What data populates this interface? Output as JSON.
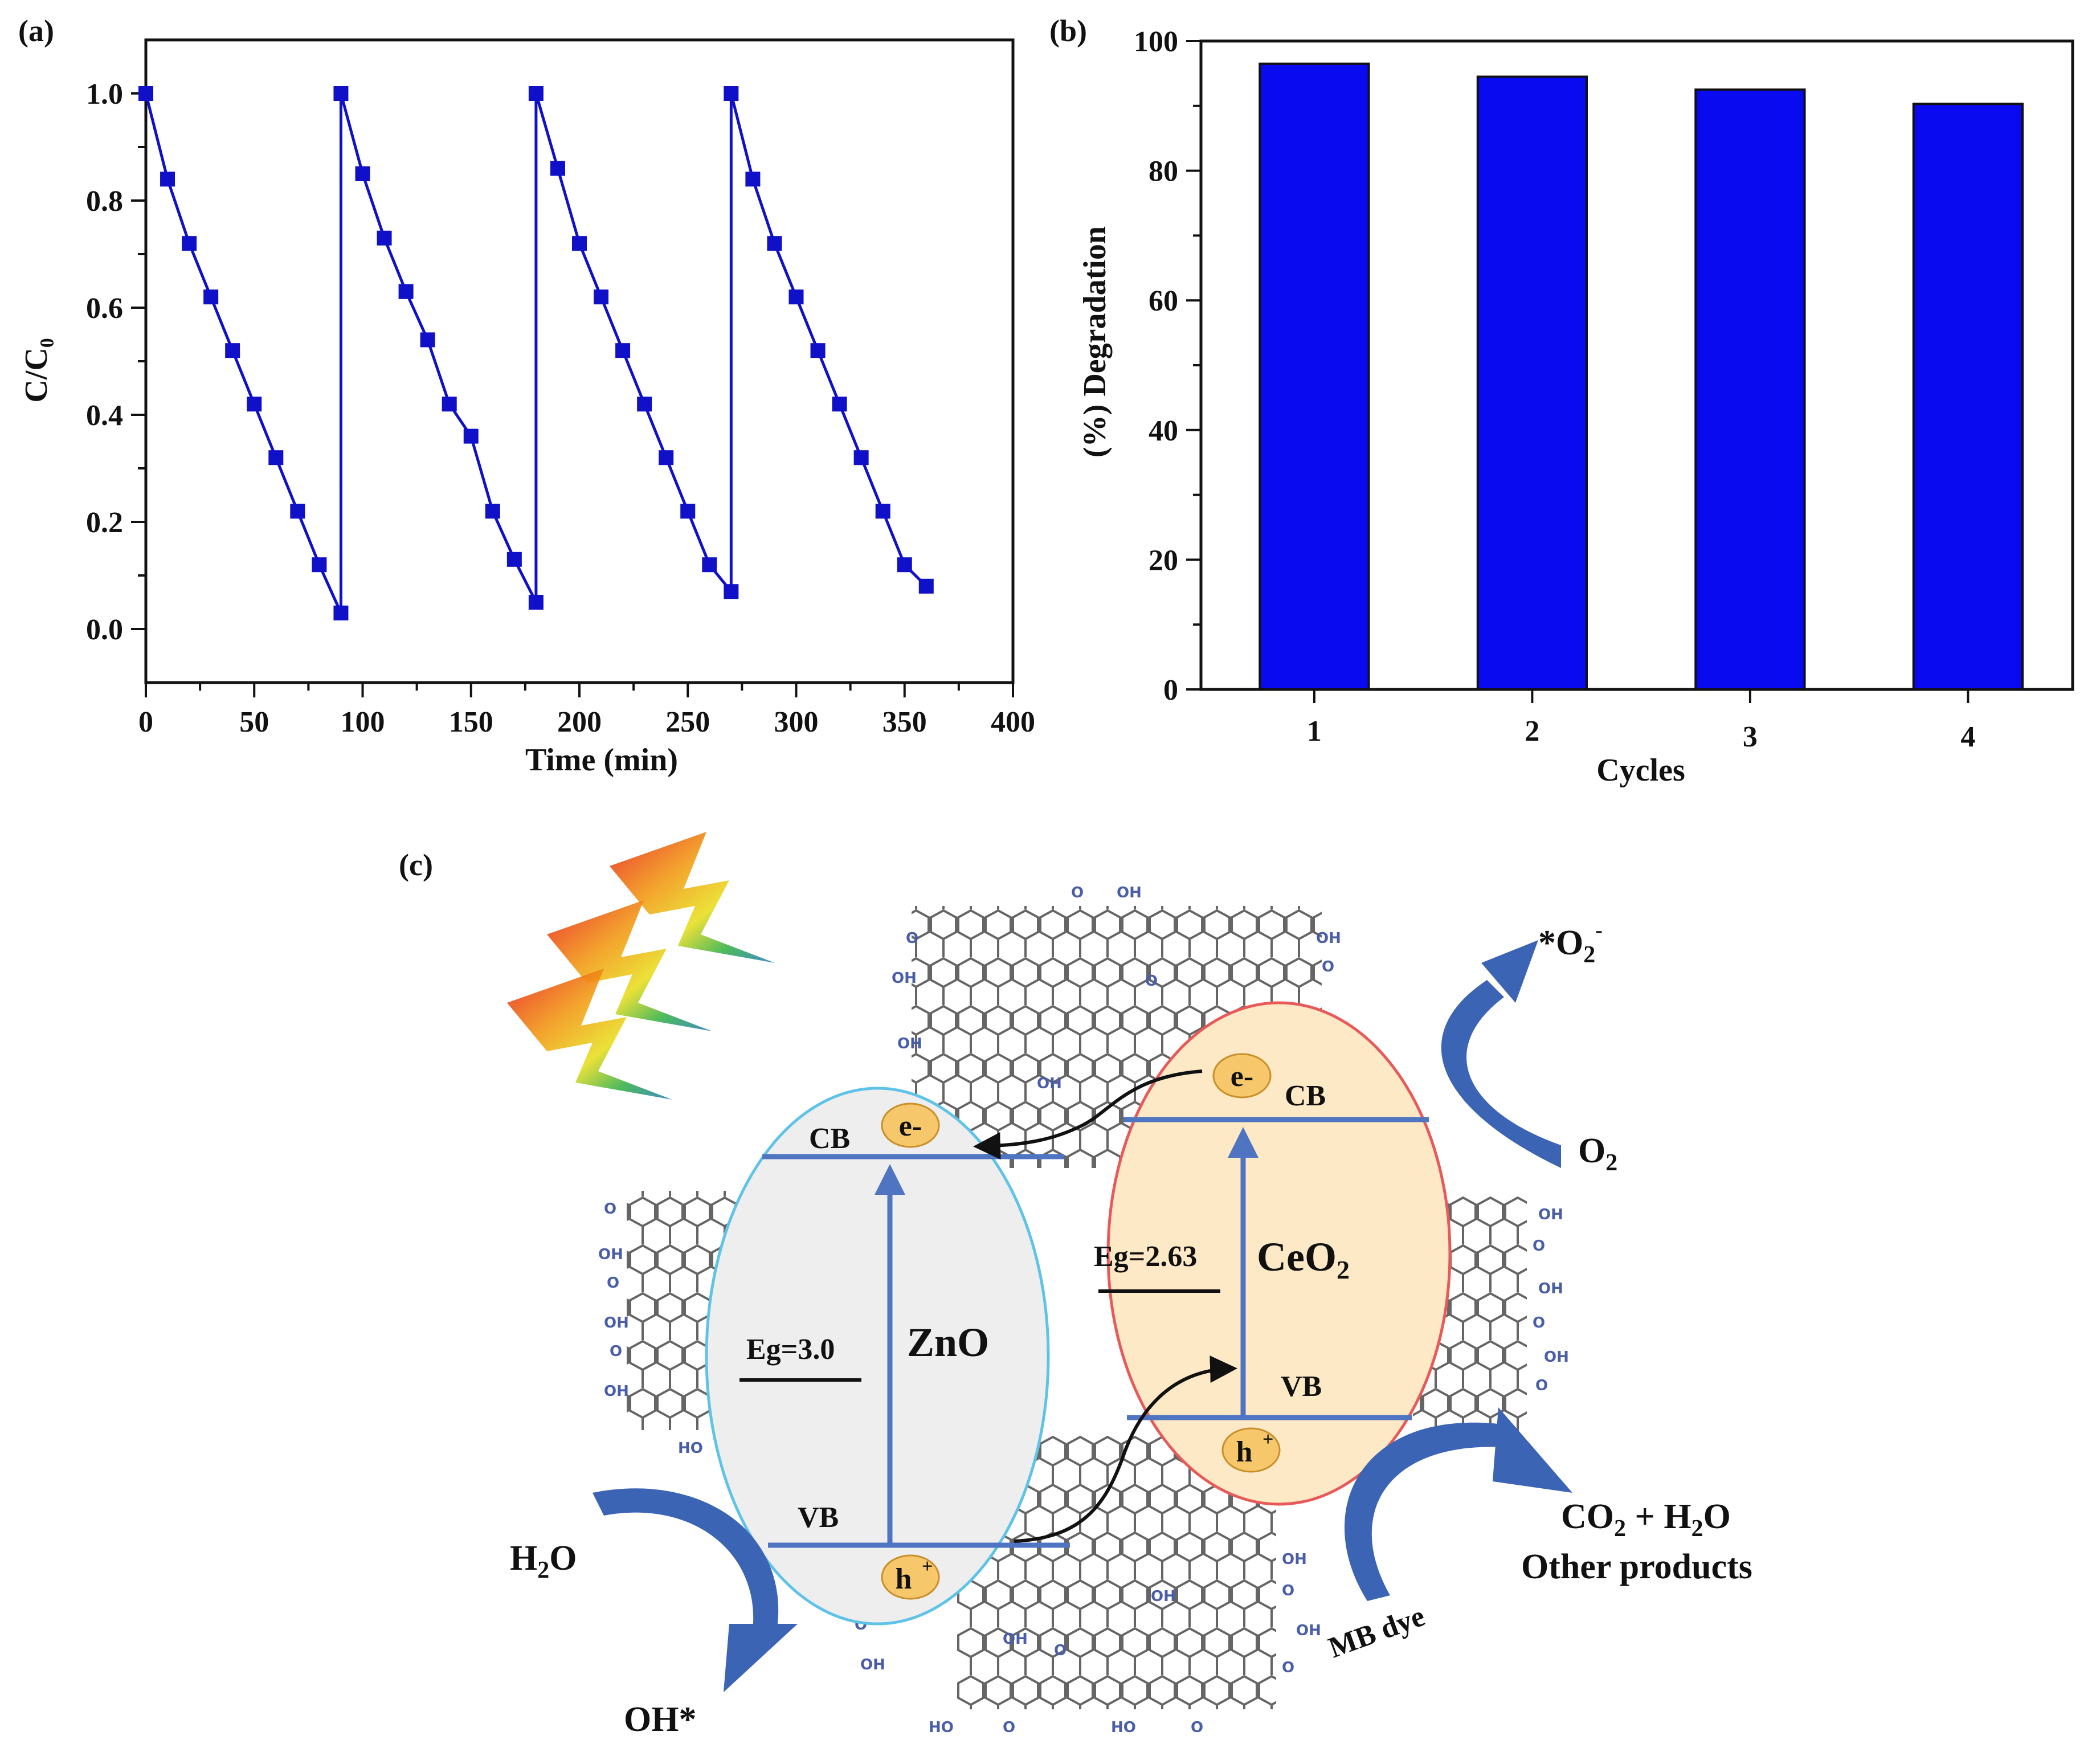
{
  "chart_data": [
    {
      "type": "line",
      "panel": "(a)",
      "xlabel": "Time (min)",
      "ylabel": "C/C₀",
      "xlim": [
        0,
        400
      ],
      "ylim": [
        -0.1,
        1.1
      ],
      "xticks": [
        0,
        50,
        100,
        150,
        200,
        250,
        300,
        350,
        400
      ],
      "yticks": [
        0.0,
        0.2,
        0.4,
        0.6,
        0.8,
        1.0
      ],
      "ytick_labels": [
        "0.0",
        "0.2",
        "0.4",
        "0.6",
        "0.8",
        "1.0"
      ],
      "grid": false,
      "color": "#1010c8",
      "points": [
        [
          0,
          1.0
        ],
        [
          10,
          0.84
        ],
        [
          20,
          0.72
        ],
        [
          30,
          0.62
        ],
        [
          40,
          0.52
        ],
        [
          50,
          0.42
        ],
        [
          60,
          0.32
        ],
        [
          70,
          0.22
        ],
        [
          80,
          0.12
        ],
        [
          90,
          0.03
        ],
        [
          90,
          1.0
        ],
        [
          100,
          0.85
        ],
        [
          110,
          0.73
        ],
        [
          120,
          0.63
        ],
        [
          130,
          0.54
        ],
        [
          140,
          0.42
        ],
        [
          150,
          0.36
        ],
        [
          160,
          0.22
        ],
        [
          170,
          0.13
        ],
        [
          180,
          0.05
        ],
        [
          180,
          1.0
        ],
        [
          190,
          0.86
        ],
        [
          200,
          0.72
        ],
        [
          210,
          0.62
        ],
        [
          220,
          0.52
        ],
        [
          230,
          0.42
        ],
        [
          240,
          0.32
        ],
        [
          250,
          0.22
        ],
        [
          260,
          0.12
        ],
        [
          270,
          0.07
        ],
        [
          270,
          1.0
        ],
        [
          280,
          0.84
        ],
        [
          290,
          0.72
        ],
        [
          300,
          0.62
        ],
        [
          310,
          0.52
        ],
        [
          320,
          0.42
        ],
        [
          330,
          0.32
        ],
        [
          340,
          0.22
        ],
        [
          350,
          0.12
        ],
        [
          360,
          0.08
        ]
      ]
    },
    {
      "type": "bar",
      "panel": "(b)",
      "xlabel": "Cycles",
      "ylabel": "(%) Degradation",
      "categories": [
        "1",
        "2",
        "3",
        "4"
      ],
      "values": [
        96.5,
        94.5,
        92.5,
        90.3
      ],
      "ylim": [
        0,
        100
      ],
      "yticks": [
        0,
        20,
        40,
        60,
        80,
        100
      ],
      "grid": false,
      "color": "#0a0af0"
    }
  ],
  "diagram": {
    "panel": "(c)",
    "zno": {
      "name": "ZnO",
      "eg": "Eg=3.0",
      "cb": "CB",
      "vb": "VB",
      "electron": "e-",
      "hole": "h",
      "hole_sup": "+"
    },
    "ceo2": {
      "name": "CeO",
      "name_sub": "2",
      "eg": "Eg=2.63",
      "cb": "CB",
      "vb": "VB",
      "electron": "e-",
      "hole": "h",
      "hole_sup": "+"
    },
    "o2_radical": {
      "prefix": "*O",
      "sub": "2",
      "sup": "-"
    },
    "o2": {
      "main": "O",
      "sub": "2"
    },
    "h2o": {
      "a": "H",
      "sub": "2",
      "b": "O"
    },
    "oh_radical": "OH*",
    "products_line1": {
      "a": "CO",
      "sub1": "2",
      "b": " + H",
      "sub2": "2",
      "c": "O"
    },
    "products_line2": "Other products",
    "mb_dye": "MB dye",
    "chem_labels": {
      "oh": "OH",
      "o": "O",
      "ho": "HO"
    },
    "colors": {
      "zno_fill": "#eeeeee",
      "zno_stroke": "#5fc3e8",
      "ceo2_fill": "#fde9c6",
      "ceo2_stroke": "#e85a5a",
      "band": "#4f74c2",
      "arrow": "#3c64b4",
      "badge": "#f7c86b"
    }
  }
}
